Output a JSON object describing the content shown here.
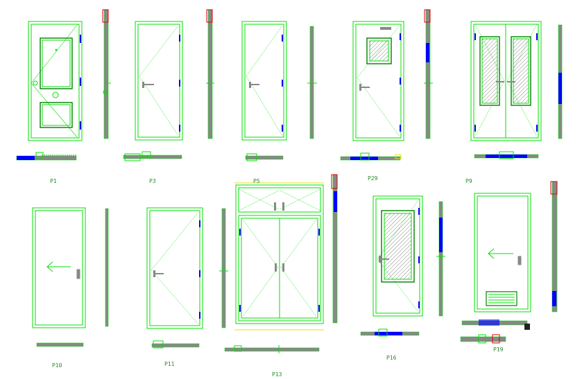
{
  "drawing": {
    "labels": {
      "p1": "P1",
      "p3": "P3",
      "p5": "P5",
      "p29": "P29",
      "p9": "P9",
      "p10": "P10",
      "p11": "P11",
      "p13": "P13",
      "p16": "P16",
      "p19": "P19"
    },
    "colors": {
      "frame": "#00e000",
      "dark_green": "#008000",
      "hinge": "#0000ff",
      "gray": "#888888",
      "yellow": "#e6e600",
      "red": "#e00000",
      "hatch": "#444444",
      "background": "#ffffff"
    }
  }
}
